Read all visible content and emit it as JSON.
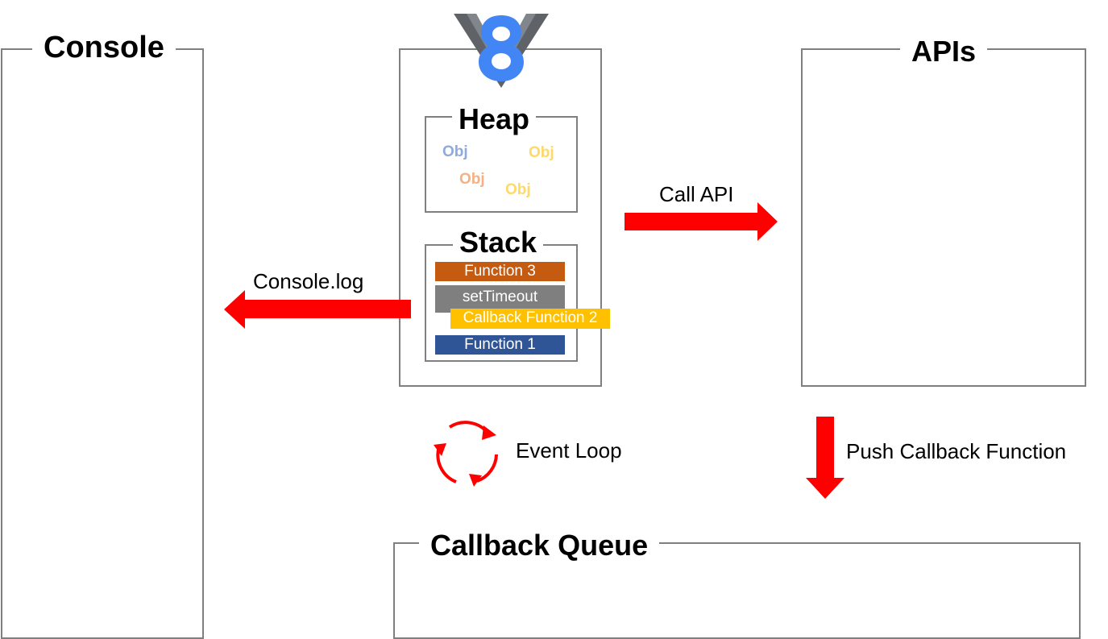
{
  "console": {
    "title": "Console"
  },
  "apis": {
    "title": "APIs"
  },
  "engine": {
    "logo": "v8-logo-icon",
    "heap": {
      "title": "Heap",
      "objects": [
        {
          "label": "Obj",
          "color": "#8faadc"
        },
        {
          "label": "Obj",
          "color": "#ffd966"
        },
        {
          "label": "Obj",
          "color": "#f4b183"
        },
        {
          "label": "Obj",
          "color": "#ffd966"
        }
      ]
    },
    "stack": {
      "title": "Stack",
      "frames": [
        {
          "label": "Function 3",
          "color": "#c55a11"
        },
        {
          "label": "setTimeout",
          "color": "#7f7f7f"
        },
        {
          "label": "Callback Function 2",
          "color": "#ffc000"
        },
        {
          "label": "Function 1",
          "color": "#2f5597"
        }
      ]
    }
  },
  "callback_queue": {
    "title": "Callback Queue"
  },
  "arrows": {
    "call_api": "Call API",
    "console_log": "Console.log",
    "push_callback": "Push Callback Function"
  },
  "event_loop": {
    "label": "Event Loop",
    "icon": "cycle-arrows-icon"
  },
  "colors": {
    "arrow": "#ff0000",
    "border": "#7f7f7f",
    "v8_blue": "#4285f4",
    "v8_gray": "#5f6368"
  }
}
